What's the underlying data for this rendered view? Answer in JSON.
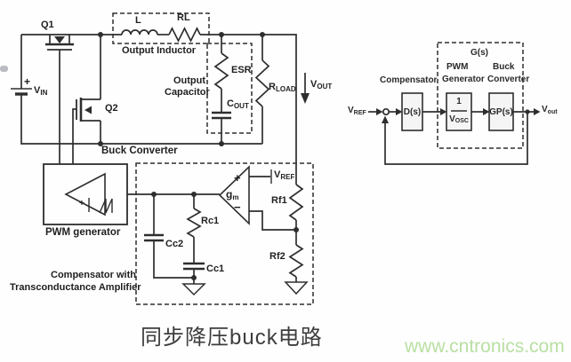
{
  "caption": "同步降压buck电路",
  "watermark": {
    "text": "www.cntronics.com",
    "color": "#b9e0a4"
  },
  "colors": {
    "line": "#2e2e2e",
    "text": "#1f1f1f"
  },
  "circuit": {
    "labels": {
      "q1": "Q1",
      "q2": "Q2",
      "battery_plus": "+",
      "vin": {
        "main": "V",
        "sub": "IN"
      },
      "l": "L",
      "rl": "RL",
      "output_inductor": "Output Inductor",
      "output_capacitor_line1": "Output",
      "output_capacitor_line2": "Capacitor",
      "esr": "ESR",
      "cout": {
        "main": "C",
        "sub": "OUT"
      },
      "rload": {
        "main": "R",
        "sub": "LOAD"
      },
      "vout": {
        "main": "V",
        "sub": "OUT"
      },
      "buck_converter": "Buck Converter",
      "pwm_generator": "PWM generator",
      "pwm_plus": "+",
      "compensator_line1": "Compensator with",
      "compensator_line2": "Transconductance Amplifier",
      "gm": {
        "main": "g",
        "sub": "m"
      },
      "opamp_plus": "+",
      "opamp_minus": "−",
      "vref": {
        "main": "V",
        "sub": "REF"
      },
      "rf1": "Rf1",
      "rf2": "Rf2",
      "rc1": "Rc1",
      "cc1": "Cc1",
      "cc2": "Cc2"
    }
  },
  "block_diagram": {
    "gs": "G(s)",
    "compensator": "Compensator",
    "pwm_line1": "PWM",
    "pwm_line2": "Generator",
    "buck_line1": "Buck",
    "buck_line2": "Converter",
    "ds": "D(s)",
    "vosc": {
      "num": "1",
      "den_main": "V",
      "den_sub": "OSC"
    },
    "gps": "GP(s)",
    "vref": {
      "main": "V",
      "sub": "REF"
    },
    "vout": {
      "main": "V",
      "sub": "out"
    }
  }
}
